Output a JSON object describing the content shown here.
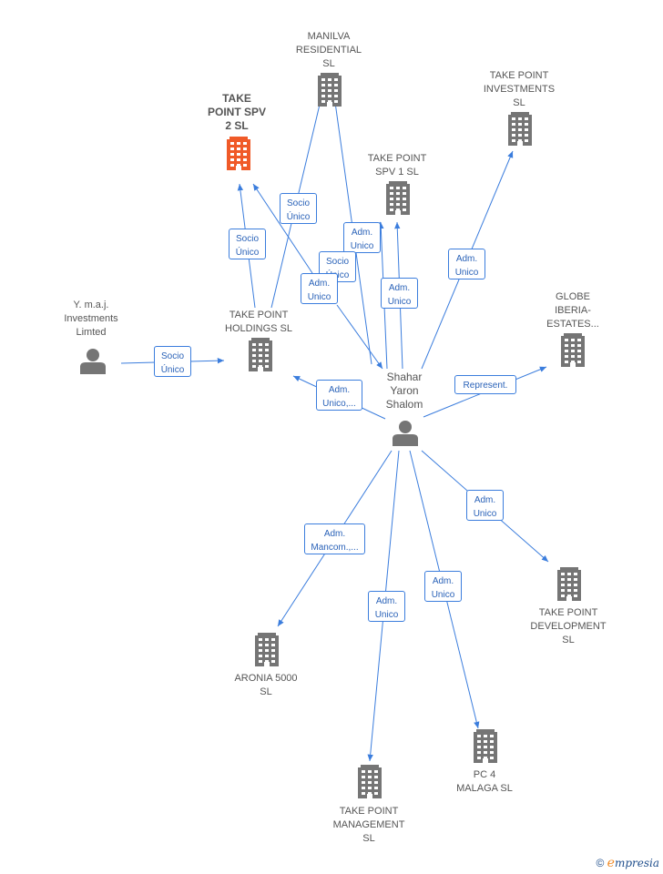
{
  "nodes": {
    "manilva": {
      "label": "MANILVA\nRESIDENTIAL\nSL"
    },
    "tp_investments": {
      "label": "TAKE POINT\nINVESTMENTS\nSL"
    },
    "tp_spv2": {
      "label": "TAKE\nPOINT SPV\n2  SL",
      "highlight": true
    },
    "tp_spv1": {
      "label": "TAKE POINT\nSPV 1  SL"
    },
    "globe": {
      "label": "GLOBE\nIBERIA-\nESTATES..."
    },
    "ymaj": {
      "label": "Y. m.a.j.\nInvestments\nLimted"
    },
    "tp_holdings": {
      "label": "TAKE POINT\nHOLDINGS  SL"
    },
    "shahar": {
      "label": "Shahar\nYaron\nShalom"
    },
    "tp_development": {
      "label": "TAKE POINT\nDEVELOPMENT\nSL"
    },
    "aronia": {
      "label": "ARONIA 5000\nSL"
    },
    "pc4": {
      "label": "PC 4\nMALAGA  SL"
    },
    "tp_management": {
      "label": "TAKE POINT\nMANAGEMENT\nSL"
    }
  },
  "relations": [
    {
      "label": "Socio\nÚnico"
    },
    {
      "label": "Socio\nÚnico"
    },
    {
      "label": "Adm.\nUnico"
    },
    {
      "label": "Socio\nÚnico"
    },
    {
      "label": "Adm.\nUnico"
    },
    {
      "label": "Adm.\nUnico"
    },
    {
      "label": "Adm.\nUnico"
    },
    {
      "label": "Socio\nÚnico"
    },
    {
      "label": "Adm.\nUnico,..."
    },
    {
      "label": "Represent."
    },
    {
      "label": "Adm.\nUnico"
    },
    {
      "label": "Adm.\nMancom.,..."
    },
    {
      "label": "Adm.\nUnico"
    },
    {
      "label": "Adm.\nUnico"
    }
  ],
  "colors": {
    "edge": "#3b7ddd",
    "building": "#757575",
    "highlight": "#f05a28",
    "person": "#757575"
  },
  "footer": {
    "copyright": "©",
    "brand_e": "e",
    "brand_rest": "mpresia"
  }
}
